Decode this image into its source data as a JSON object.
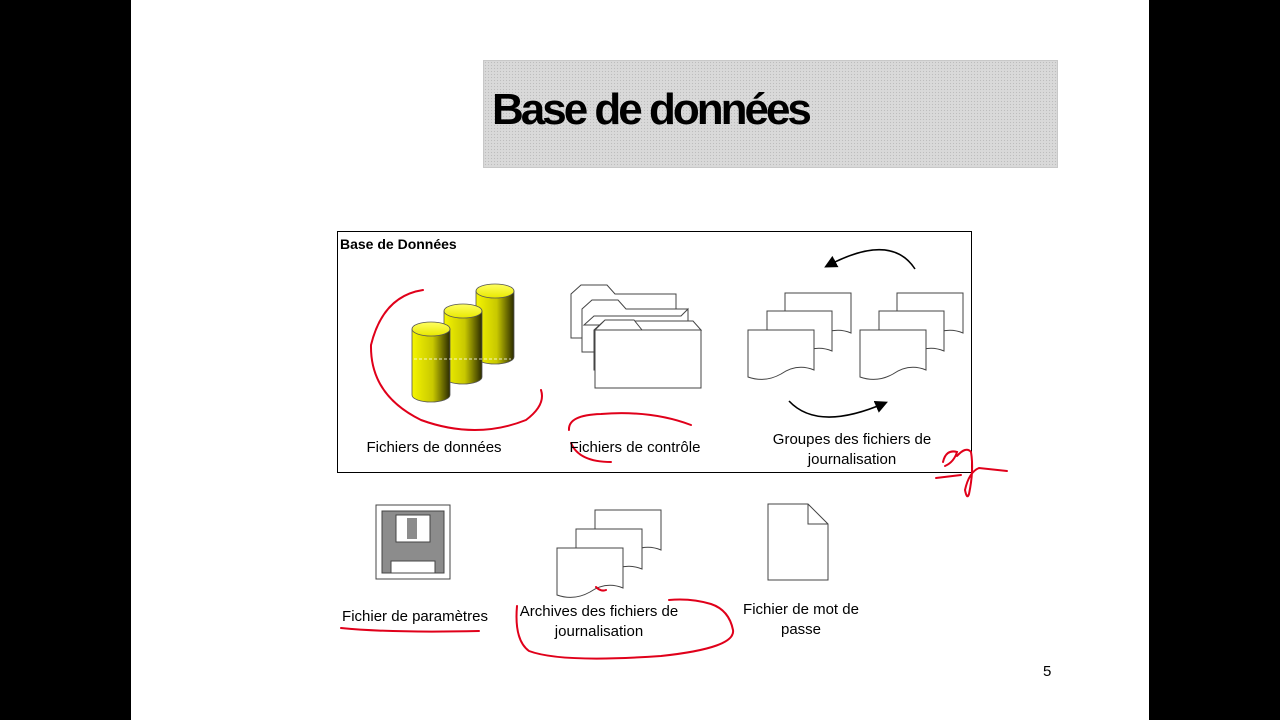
{
  "slide": {
    "title": "Base de données",
    "page_number": "5"
  },
  "database_box": {
    "title": "Base de Données",
    "items": [
      {
        "label": "Fichiers de données",
        "icon": "database-cylinders-icon"
      },
      {
        "label": "Fichiers de contrôle",
        "icon": "control-files-folders-icon"
      },
      {
        "label": "Groupes des fichiers de journalisation",
        "icon": "redo-log-groups-icon"
      }
    ]
  },
  "outside_items": [
    {
      "label": "Fichier de paramètres",
      "icon": "floppy-disk-icon"
    },
    {
      "label": "Archives des fichiers de journalisation",
      "icon": "archive-files-icon"
    },
    {
      "label": "Fichier de mot de passe",
      "icon": "document-page-icon"
    }
  ],
  "annotation_color": "#e0001a",
  "cylinder_color": "#f5f500"
}
